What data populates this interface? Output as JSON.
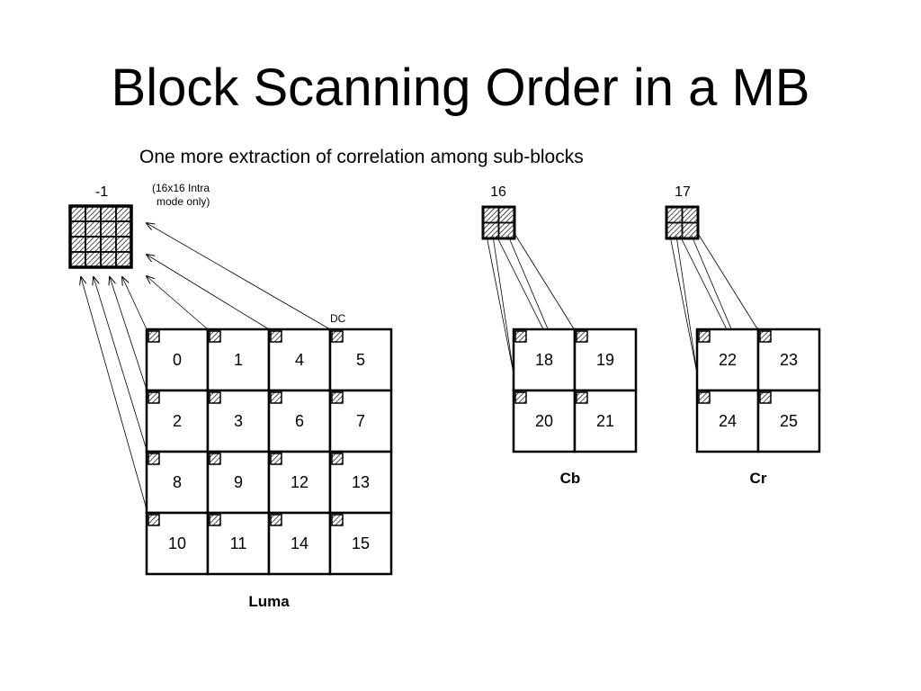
{
  "title": "Block Scanning Order in a MB",
  "subtitle": "One more extraction of correlation among sub-blocks",
  "dc_block": {
    "label": "-1",
    "note_line1": "(16x16 Intra",
    "note_line2": "mode only)"
  },
  "dc_label": "DC",
  "luma": {
    "label": "Luma",
    "rows": [
      [
        "0",
        "1",
        "4",
        "5"
      ],
      [
        "2",
        "3",
        "6",
        "7"
      ],
      [
        "8",
        "9",
        "12",
        "13"
      ],
      [
        "10",
        "11",
        "14",
        "15"
      ]
    ]
  },
  "cb": {
    "label": "Cb",
    "dc_label": "16",
    "rows": [
      [
        "18",
        "19"
      ],
      [
        "20",
        "21"
      ]
    ]
  },
  "cr": {
    "label": "Cr",
    "dc_label": "17",
    "rows": [
      [
        "22",
        "23"
      ],
      [
        "24",
        "25"
      ]
    ]
  }
}
